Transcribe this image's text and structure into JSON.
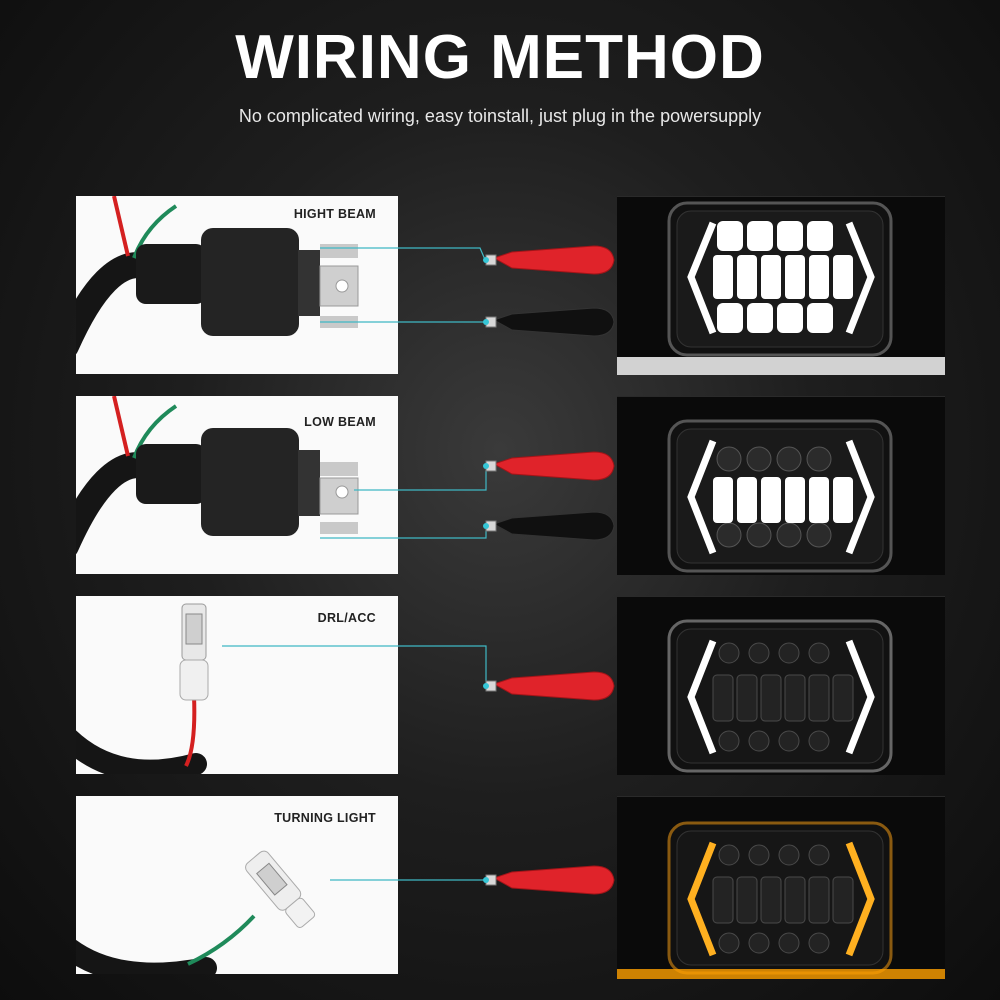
{
  "header": {
    "title": "WIRING METHOD",
    "subtitle": "No complicated wiring, easy toinstall, just plug in the powersupply"
  },
  "rows": [
    {
      "label": "HIGHT BEAM",
      "state": "high-beam",
      "connector": "h4-plug"
    },
    {
      "label": "LOW BEAM",
      "state": "low-beam",
      "connector": "h4-plug"
    },
    {
      "label": "DRL/ACC",
      "state": "drl",
      "connector": "spade-terminal"
    },
    {
      "label": "TURNING LIGHT",
      "state": "turn-signal",
      "connector": "spade-terminal"
    }
  ],
  "colors": {
    "wire_line": "#3fb8c4",
    "clip_red": "#e0232a",
    "clip_black": "#111111",
    "drl_white": "#ffffff",
    "turn_amber": "#ffb020"
  }
}
